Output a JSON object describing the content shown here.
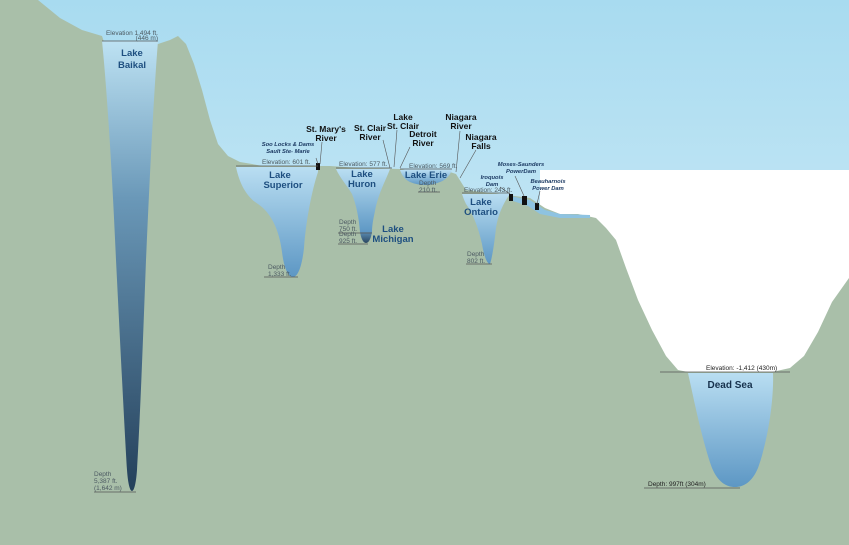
{
  "colors": {
    "sky": "#b5e1f2",
    "land": "#a9bfa9",
    "water_top": "#b7ddf1",
    "water_deep": "#2a4a63",
    "label": "#1e4f80"
  },
  "lakes": {
    "baikal": {
      "name": [
        "Lake",
        "Baikal"
      ],
      "elevation": [
        "Elevation 1,494 ft.",
        "(446 m)"
      ],
      "depth": [
        "Depth",
        "5,387 ft.",
        "(1,642 m)"
      ]
    },
    "superior": {
      "name": [
        "Lake",
        "Superior"
      ],
      "elevation": "Elevation: 601 ft.",
      "depth": [
        "Depth",
        "1,333 ft."
      ]
    },
    "huron": {
      "name": [
        "Lake",
        "Huron"
      ],
      "elevation": "Elevation: 577 ft.",
      "depth": [
        "Depth",
        "750 ft."
      ]
    },
    "michigan": {
      "name": [
        "Lake",
        "Michigan"
      ],
      "depth": [
        "Depth",
        "925 ft."
      ]
    },
    "erie": {
      "name": "Lake Erie",
      "elevation": "Elevation: 569 ft.",
      "depth": [
        "Depth",
        "210 ft."
      ]
    },
    "ontario": {
      "name": [
        "Lake",
        "Ontario"
      ],
      "elevation": "Elevation: 243 ft.",
      "depth": [
        "Depth",
        "802 ft."
      ]
    }
  },
  "rivers": {
    "st_marys": [
      "St. Mary's",
      "River"
    ],
    "st_clair_river": [
      "St. Clair",
      "River"
    ],
    "lake_st_clair": [
      "Lake",
      "St. Clair"
    ],
    "detroit": [
      "Detroit",
      "River"
    ],
    "niagara_river": [
      "Niagara",
      "River"
    ],
    "niagara_falls": [
      "Niagara",
      "Falls"
    ]
  },
  "dams": {
    "soo": [
      "Soo Locks & Dams",
      "Sault Ste- Marie"
    ],
    "iroquois": [
      "Iroquois",
      "Dam"
    ],
    "moses": [
      "Moses-Saunders",
      "PowerDam"
    ],
    "beauharnois": [
      "Beauharnois",
      "Power Dam"
    ]
  },
  "dead_sea": {
    "name": "Dead Sea",
    "elevation": "Elevation: -1,412 (430m)",
    "depth": "Depth: 997ft (304m)"
  }
}
